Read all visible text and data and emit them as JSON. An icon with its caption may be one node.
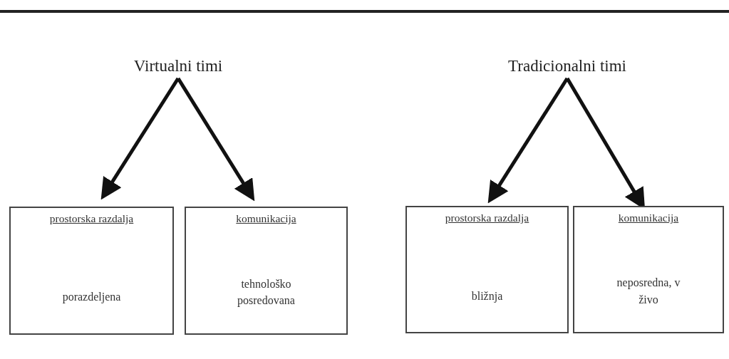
{
  "diagram": {
    "nodes": [
      {
        "text": [
          "Virtualni timi"
        ]
      },
      {
        "text": [
          "prostorska razdalja",
          "porazdeljena"
        ]
      },
      {
        "text": [
          "komunikacija",
          "tehnološko posredovana"
        ]
      },
      {
        "text": [
          "Tradicionalni timi"
        ]
      },
      {
        "text": [
          "prostorska razdalja",
          "bližnja"
        ]
      },
      {
        "text": [
          "komunikacija",
          "neposredna, v živo"
        ]
      }
    ],
    "edges": [
      {
        "from": 0,
        "to": 1,
        "arrow": "to"
      },
      {
        "from": 0,
        "to": 2,
        "arrow": "to"
      },
      {
        "from": 3,
        "to": 4,
        "arrow": "to"
      },
      {
        "from": 3,
        "to": 5,
        "arrow": "to"
      }
    ]
  }
}
